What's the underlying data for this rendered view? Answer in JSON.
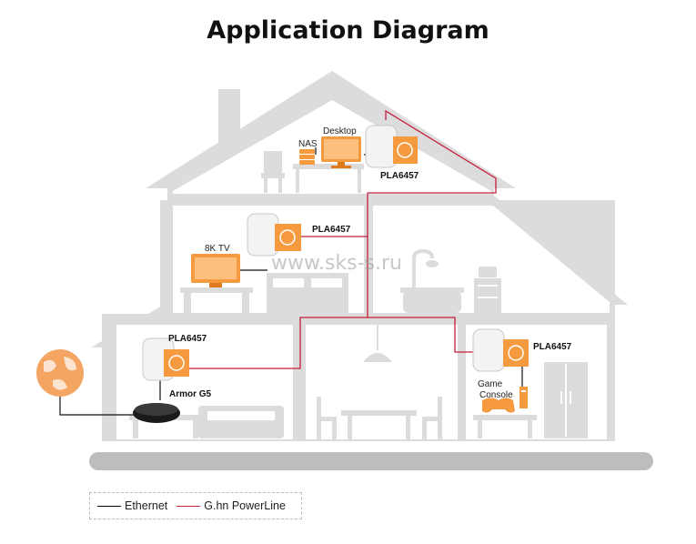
{
  "title": "Application Diagram",
  "colors": {
    "house": "#dcdcdc",
    "device_orange": "#f59a3e",
    "ethernet": "#111111",
    "powerline": "#c41e3a",
    "globe": "#f4a562"
  },
  "labels": {
    "desktop": "Desktop",
    "nas": "NAS",
    "adapter_top": "PLA6457",
    "adapter_mid": "PLA6457",
    "tv": "8K TV",
    "adapter_left": "PLA6457",
    "router": "Armor G5",
    "adapter_right": "PLA6457",
    "game_console": "Game\nConsole"
  },
  "watermark": "www.sks-s.ru",
  "legend": {
    "ethernet": "Ethernet",
    "powerline": "G.hn PowerLine"
  }
}
